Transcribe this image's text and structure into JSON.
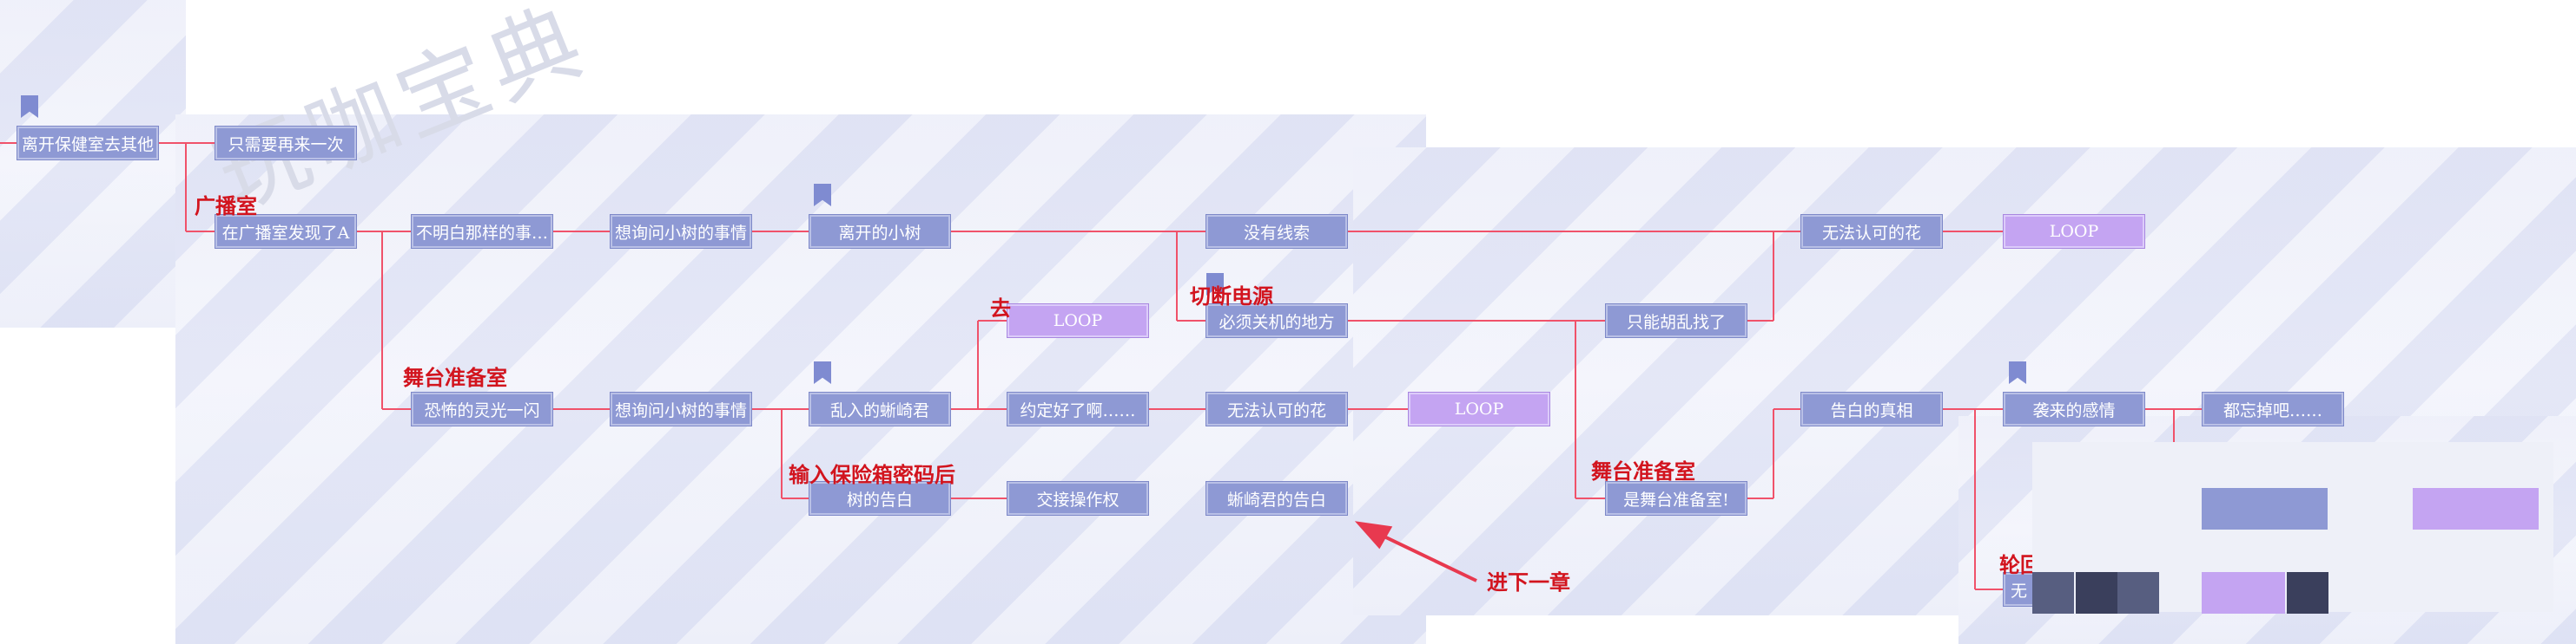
{
  "watermark": "玩咖宝典",
  "nodes": {
    "n1": "离开保健室去其他",
    "n2": "只需要再来一次",
    "n3": "在广播室发现了A",
    "n4": "不明白那样的事…",
    "n5": "想询问小树的事情",
    "n6": "离开的小树",
    "n7": "没有线索",
    "n8": "无法认可的花",
    "n9": "LOOP",
    "n10": "LOOP",
    "n11": "必须关机的地方",
    "n12": "只能胡乱找了",
    "n13": "恐怖的灵光一闪",
    "n14": "想询问小树的事情",
    "n15": "乱入的蜥崎君",
    "n16": "约定好了啊……",
    "n17": "无法认可的花",
    "n18": "LOOP",
    "n19": "告白的真相",
    "n20": "袭来的感情",
    "n21": "都忘掉吧……",
    "n22": "树的告白",
    "n23": "交接操作权",
    "n24": "蜥崎君的告白",
    "n25": "是舞台准备室!",
    "n26": "无"
  },
  "labels": {
    "broadcast": "广播室",
    "stage1": "舞台准备室",
    "go": "去",
    "power": "切断电源",
    "safe": "输入保险箱密码后",
    "stage2": "舞台准备室",
    "next": "进下一章",
    "lunhui": "轮回"
  },
  "colors": {
    "line": "#f0526a",
    "node": "#8e99d4",
    "loop": "#c4a4f2",
    "label": "#d2141e"
  }
}
